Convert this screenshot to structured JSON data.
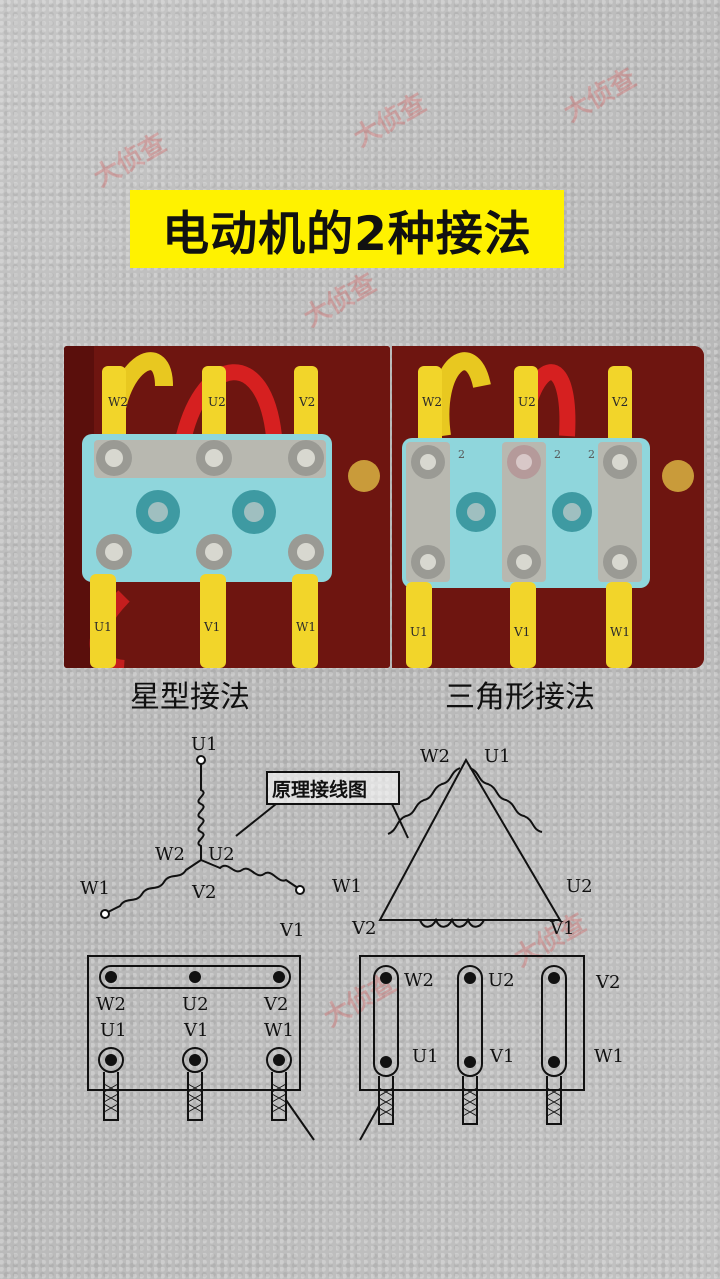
{
  "title": "电动机的2种接法",
  "watermark": "大侦查",
  "photos": {
    "left": {
      "caption": "星型接法",
      "top_labels": [
        "W2",
        "U2",
        "V2"
      ],
      "bottom_labels": [
        "U1",
        "V1",
        "W1"
      ]
    },
    "right": {
      "caption": "三角形接法",
      "top_labels": [
        "W2",
        "U2",
        "V2"
      ],
      "plate_labels": [
        "2",
        "2",
        "2"
      ],
      "bottom_labels": [
        "U1",
        "V1",
        "W1"
      ]
    }
  },
  "diagram": {
    "callout": "原理接线图",
    "star": {
      "U1": "U1",
      "W2": "W2",
      "U2": "U2",
      "V2": "V2",
      "W1": "W1",
      "V1": "V1"
    },
    "delta": {
      "W2": "W2",
      "U1": "U1",
      "W1": "W1",
      "U2": "U2",
      "V2": "V2",
      "V1": "V1"
    },
    "star_box": {
      "top": [
        "W2",
        "U2",
        "V2"
      ],
      "bottom": [
        "U1",
        "V1",
        "W1"
      ]
    },
    "delta_box": {
      "top": [
        "W2",
        "U2",
        "V2"
      ],
      "bottom": [
        "U1",
        "V1",
        "W1"
      ]
    }
  }
}
